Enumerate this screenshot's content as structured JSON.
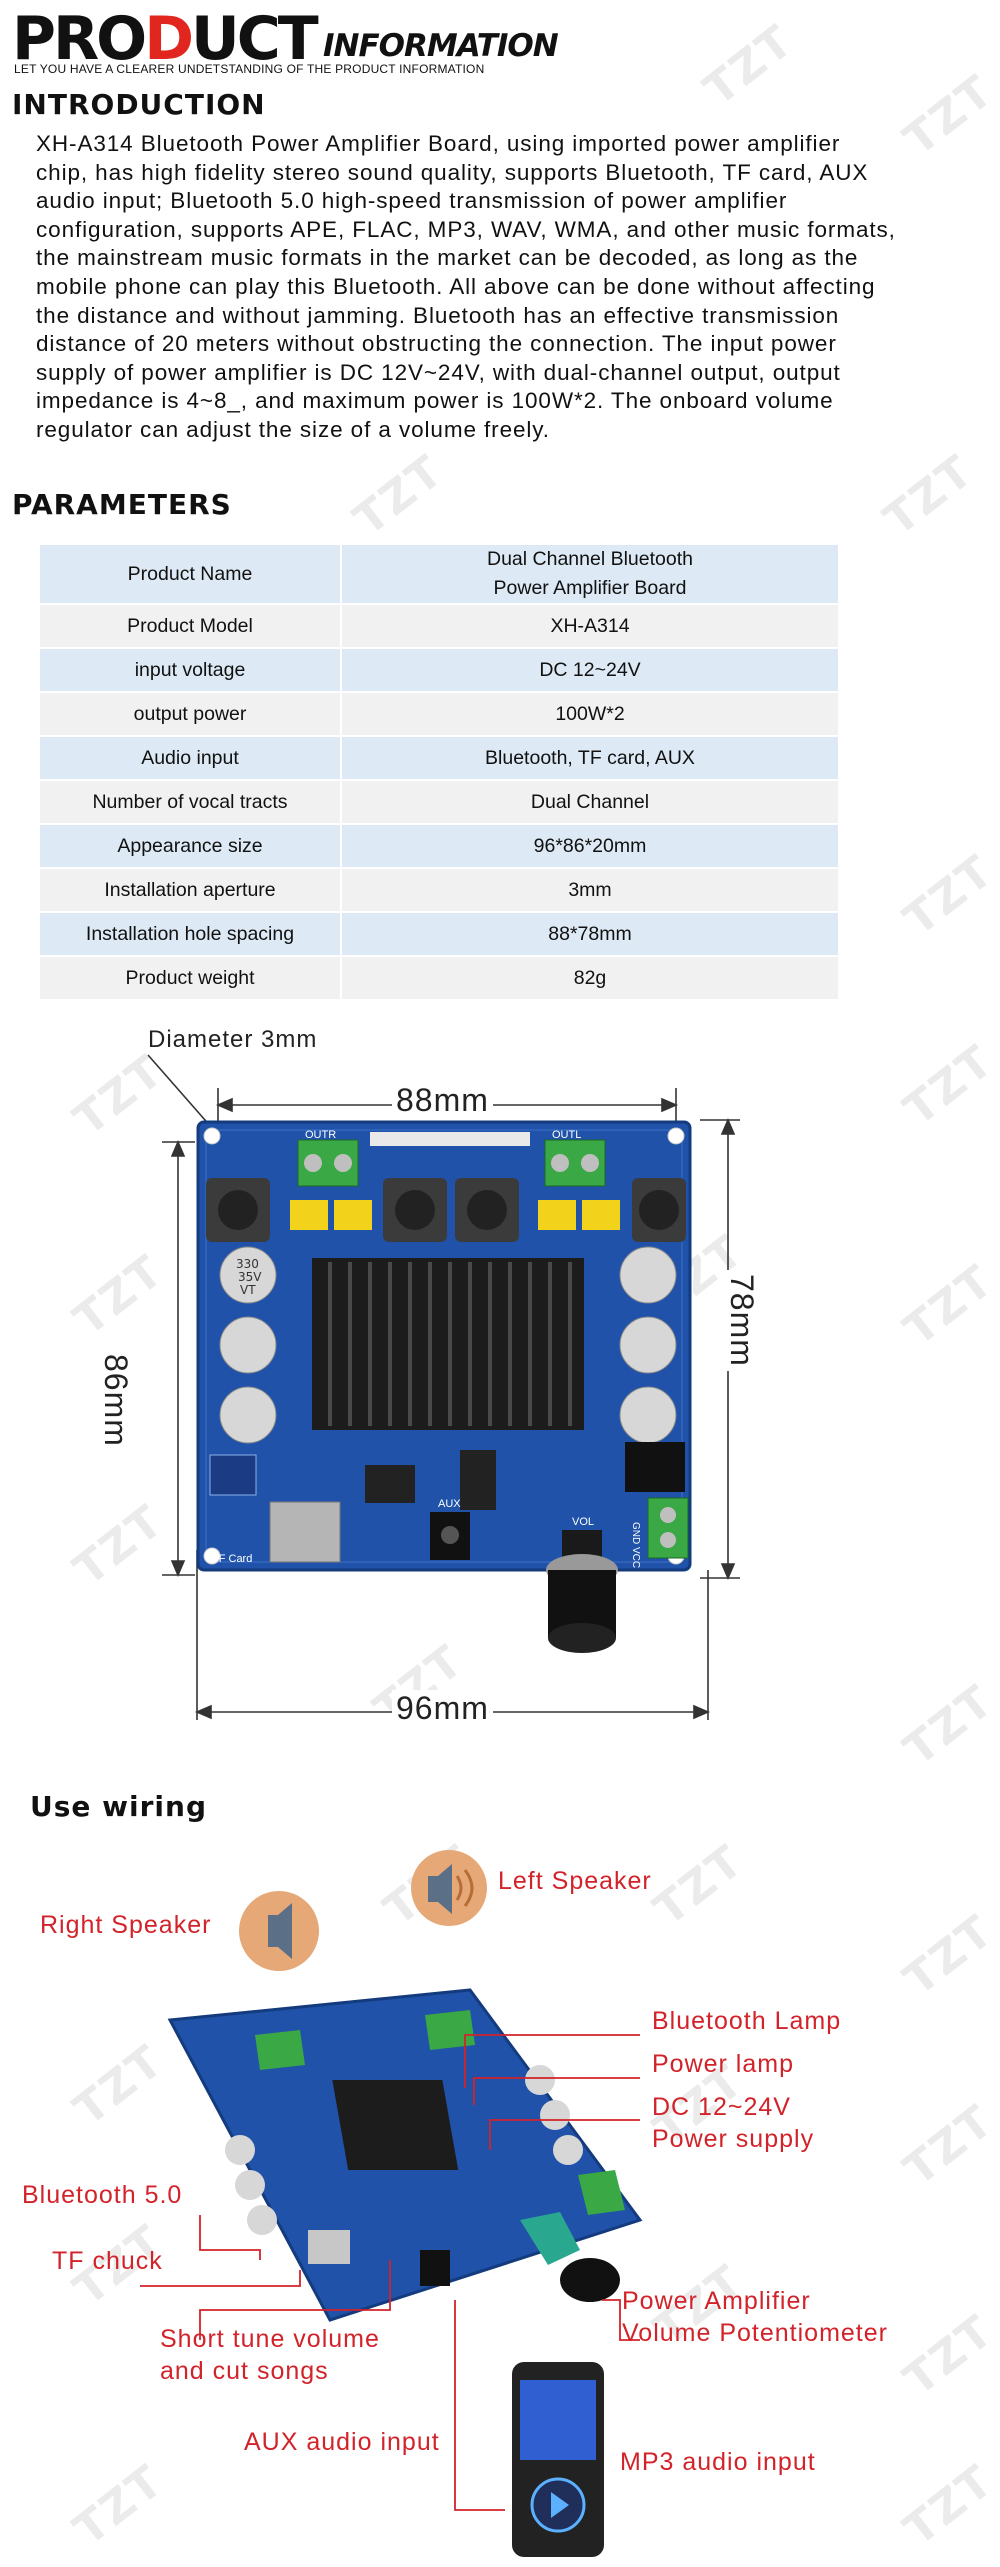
{
  "header": {
    "pro": "PRO",
    "d": "D",
    "uct": "UCT",
    "information": "INFORMATION",
    "subtitle": "LET YOU HAVE A CLEARER UNDETSTANDING OF THE PRODUCT INFORMATION"
  },
  "intro": {
    "heading": "INTRODUCTION",
    "text": "XH-A314 Bluetooth Power Amplifier Board, using imported power amplifier chip, has high fidelity stereo sound quality, supports Bluetooth, TF card, AUX audio input; Bluetooth 5.0 high-speed transmission of power amplifier configuration, supports APE, FLAC, MP3, WAV, WMA, and other music formats, the mainstream music formats in the market can be decoded, as long as the mobile phone can play this Bluetooth. All above can be done without affecting the distance and without jamming. Bluetooth has an effective transmission distance of 20 meters without obstructing the connection. The input power supply of power amplifier is DC 12V~24V, with dual-channel output, output impedance is 4~8_, and maximum power is 100W*2. The onboard volume regulator can adjust the size of a volume freely."
  },
  "parameters": {
    "heading": "PARAMETERS",
    "rows": [
      {
        "name": "Product Name",
        "value": "Dual Channel Bluetooth Power Amplifier Board"
      },
      {
        "name": "Product Model",
        "value": "XH-A314"
      },
      {
        "name": "input voltage",
        "value": "DC 12~24V"
      },
      {
        "name": "output power",
        "value": "100W*2"
      },
      {
        "name": "Audio input",
        "value": "Bluetooth, TF card, AUX"
      },
      {
        "name": "Number of vocal tracts",
        "value": "Dual Channel"
      },
      {
        "name": "Appearance size",
        "value": "96*86*20mm"
      },
      {
        "name": "Installation aperture",
        "value": "3mm"
      },
      {
        "name": "Installation hole spacing",
        "value": "88*78mm"
      },
      {
        "name": "Product weight",
        "value": "82g"
      }
    ]
  },
  "dimensions": {
    "diameter": "Diameter 3mm",
    "top": "88mm",
    "left": "86mm",
    "right": "78mm",
    "bottom": "96mm"
  },
  "board_marks": {
    "cap1": "330",
    "cap2": "35V",
    "cap3": "VT",
    "tf_card": "TF Card",
    "aux": "AUX",
    "vol": "VOL",
    "gnd_vcc": "GND VCC",
    "out_r": "OUTR",
    "out_l": "OUTL"
  },
  "watermark": "TZT",
  "wiring": {
    "heading": "Use wiring",
    "left_speaker": "Left Speaker",
    "right_speaker": "Right Speaker",
    "bluetooth_lamp": "Bluetooth Lamp",
    "power_lamp": "Power lamp",
    "power_supply_1": "DC 12~24V",
    "power_supply_2": "Power supply",
    "bluetooth": "Bluetooth 5.0",
    "tf_chuck": "TF chuck",
    "short_tune_1": "Short tune volume",
    "short_tune_2": "and cut songs",
    "potentiometer_1": "Power Amplifier",
    "potentiometer_2": "Volume Potentiometer",
    "aux_input": "AUX audio input",
    "mp3_input": "MP3 audio input"
  },
  "colors": {
    "brand_red": "#e0261e",
    "label_red": "#d2232a",
    "pcb_blue": "#1f52a8",
    "table_blue": "#dde9f4",
    "table_gray": "#f1f1f1"
  }
}
